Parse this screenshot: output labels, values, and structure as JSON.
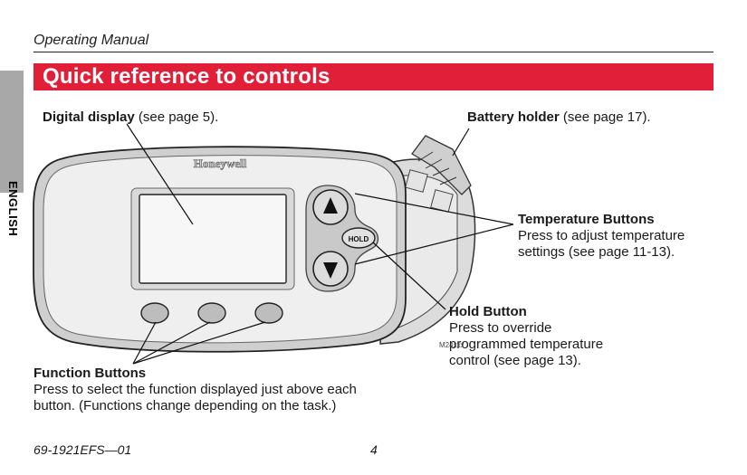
{
  "header": {
    "section": "Operating Manual"
  },
  "title": "Quick reference to controls",
  "side_tab": "ENGLISH",
  "device": {
    "brand": "Honeywell",
    "hold_label": "HOLD"
  },
  "callouts": {
    "digital_display": {
      "title": "Digital display",
      "note": " (see page 5)."
    },
    "battery_holder": {
      "title": "Battery holder",
      "note": " (see page 17)."
    },
    "temperature_buttons": {
      "title": "Temperature Buttons",
      "line1": "Press to adjust temperature",
      "line2": "settings (see page 11-13)."
    },
    "hold_button": {
      "title": "Hold Button",
      "line1": "Press to override",
      "line2": "programmed temperature",
      "line3": "control (see page 13)."
    },
    "function_buttons": {
      "title": "Function Buttons",
      "line1": "Press to select the function displayed just above each",
      "line2": "button. (Functions change depending on the task.)"
    }
  },
  "figure_code": "M24xxx",
  "footer": {
    "doc_number": "69-1921EFS—01",
    "page": "4"
  }
}
